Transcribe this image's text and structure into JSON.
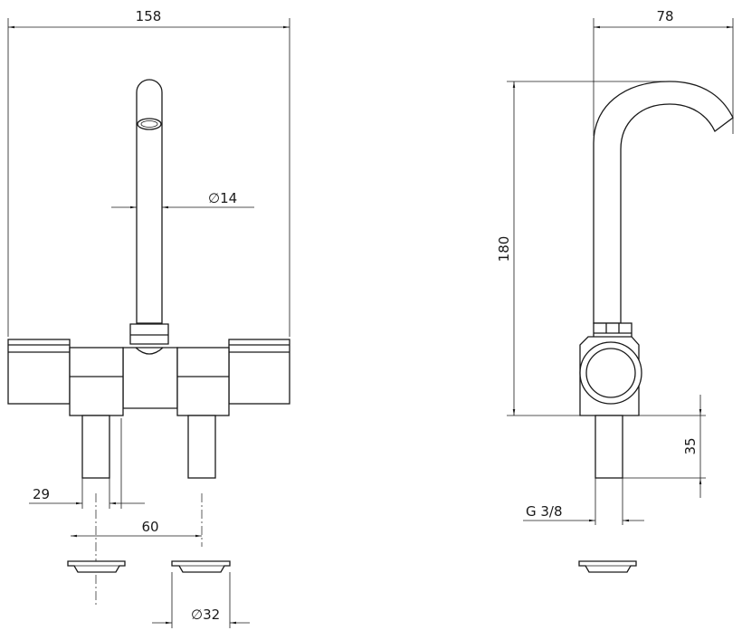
{
  "dimensions": {
    "overall_width": "158",
    "side_depth": "78",
    "height": "180",
    "spout_diameter": "14",
    "shank_height": "35",
    "thread": "G 3/8",
    "shank_width": "29",
    "shank_spacing": "60",
    "hole_diameter": "32"
  },
  "symbols": {
    "diameter": "∅"
  },
  "colors": {
    "line": "#1a1a1a",
    "background": "#ffffff"
  }
}
